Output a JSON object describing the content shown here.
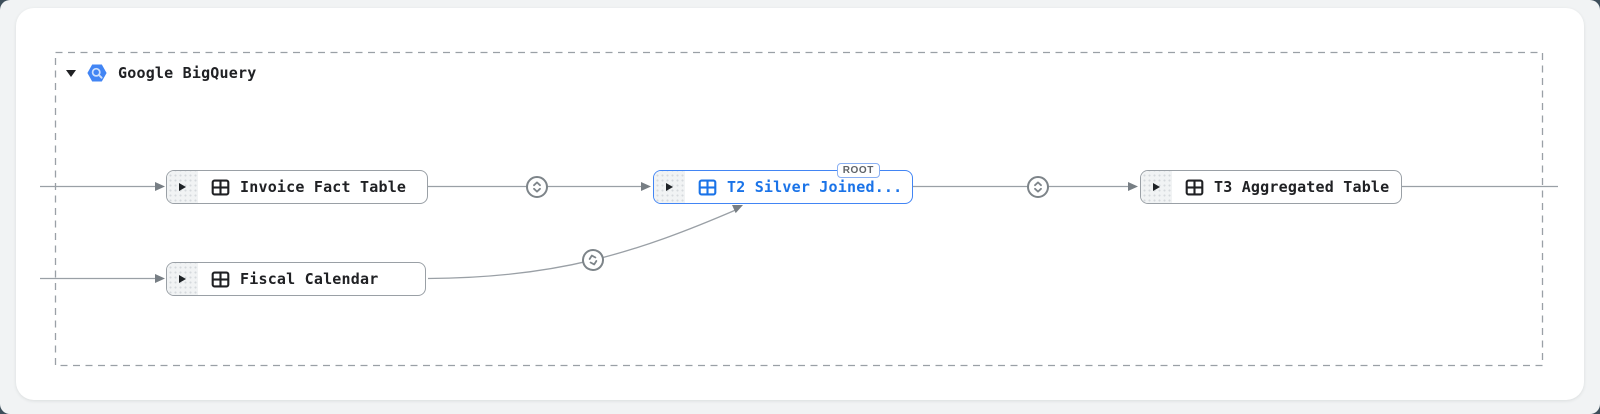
{
  "group": {
    "label": "Google BigQuery",
    "provider_icon": "bigquery-icon",
    "collapse_icon": "caret-down-icon"
  },
  "nodes": [
    {
      "label": "Invoice Fact Table",
      "type": "table",
      "state": "default"
    },
    {
      "label": "Fiscal Calendar",
      "type": "table",
      "state": "default"
    },
    {
      "label": "T2 Silver Joined...",
      "type": "table",
      "state": "selected",
      "badge": "ROOT"
    },
    {
      "label": "T3 Aggregated Table",
      "type": "table",
      "state": "default"
    }
  ],
  "edges": [
    {
      "from": "offscreen-left",
      "to": "Invoice Fact Table"
    },
    {
      "from": "offscreen-left",
      "to": "Fiscal Calendar"
    },
    {
      "from": "Invoice Fact Table",
      "to": "T2 Silver Joined...",
      "icon": "unfold-icon"
    },
    {
      "from": "Fiscal Calendar",
      "to": "T2 Silver Joined...",
      "icon": "unfold-icon"
    },
    {
      "from": "T2 Silver Joined...",
      "to": "T3 Aggregated Table",
      "icon": "unfold-icon"
    },
    {
      "from": "T3 Aggregated Table",
      "to": "offscreen-right"
    }
  ],
  "colors": {
    "outer_background": "#3d4e5a",
    "page_background": "#f1f3f4",
    "card_background": "#ffffff",
    "edge_gray": "#9aa0a6",
    "arrow_gray": "#777e84",
    "node_border": "#9aa0a6",
    "node_text": "#202124",
    "selected_border": "#4285f4",
    "selected_text": "#1a73e8",
    "badge_text": "#5f6368",
    "badge_border": "#8ab0f3",
    "bigquery_blue": "#4285f4"
  }
}
